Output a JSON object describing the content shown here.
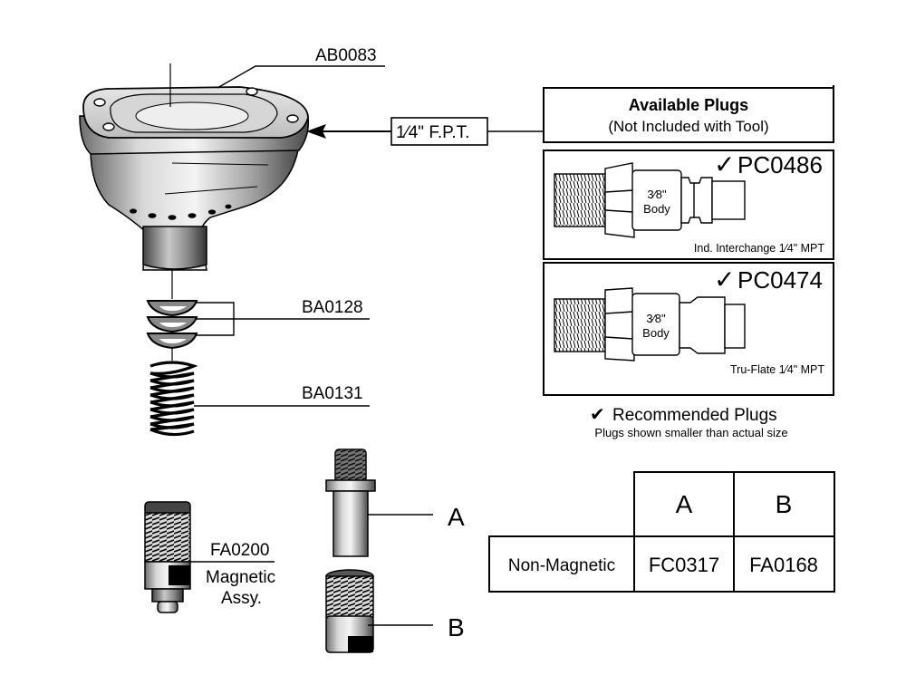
{
  "callouts": {
    "top_housing": "AB0083",
    "washers": "BA0128",
    "spring": "BA0131",
    "fpt": "1⁄4\" F.P.T.",
    "magnetic_part": "FA0200",
    "magnetic_line1": "Magnetic",
    "magnetic_line2": "Assy.",
    "letter_a": "A",
    "letter_b": "B"
  },
  "plugs_panel": {
    "title": "Available Plugs",
    "subtitle": "(Not Included with Tool)",
    "plugs": [
      {
        "check": "✓",
        "part": "PC0486",
        "body_line1": "3⁄8\"",
        "body_line2": "Body",
        "desc": "Ind. Interchange 1⁄4\" MPT"
      },
      {
        "check": "✓",
        "part": "PC0474",
        "body_line1": "3⁄8\"",
        "body_line2": "Body",
        "desc": "Tru-Flate 1⁄4\" MPT"
      }
    ],
    "recommended_check": "✔",
    "recommended": "Recommended Plugs",
    "note": "Plugs shown smaller than actual size"
  },
  "table": {
    "headers": [
      "A",
      "B"
    ],
    "rows": [
      {
        "label": "Non-Magnetic",
        "values": [
          "FC0317",
          "FA0168"
        ]
      }
    ]
  }
}
